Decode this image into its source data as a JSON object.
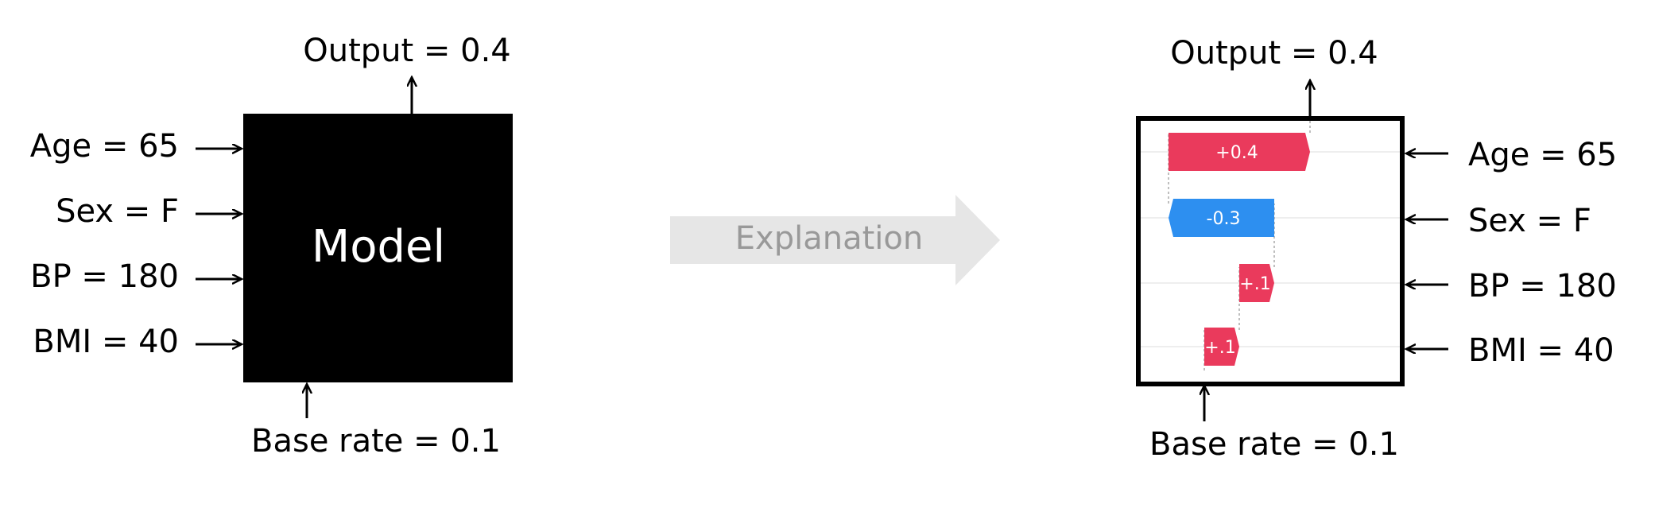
{
  "left_panel": {
    "output_label": "Output = 0.4",
    "model_label": "Model",
    "base_rate_label": "Base rate = 0.1",
    "inputs": [
      "Age = 65",
      "Sex = F",
      "BP = 180",
      "BMI = 40"
    ]
  },
  "explanation_arrow": {
    "label": "Explanation"
  },
  "right_panel": {
    "output_label": "Output = 0.4",
    "base_rate_label": "Base rate = 0.1",
    "features": [
      {
        "label": "Age = 65",
        "contribution_text": "+0.4",
        "sign": "positive"
      },
      {
        "label": "Sex = F",
        "contribution_text": "-0.3",
        "sign": "negative"
      },
      {
        "label": "BP = 180",
        "contribution_text": "+.1",
        "sign": "positive"
      },
      {
        "label": "BMI = 40",
        "contribution_text": "+.1",
        "sign": "positive"
      }
    ]
  },
  "colors": {
    "positive": "#ea3a5c",
    "negative": "#2d8ff0",
    "model_box": "#000000",
    "explanation_arrow": "#e6e6e6",
    "explanation_text": "#999999"
  }
}
